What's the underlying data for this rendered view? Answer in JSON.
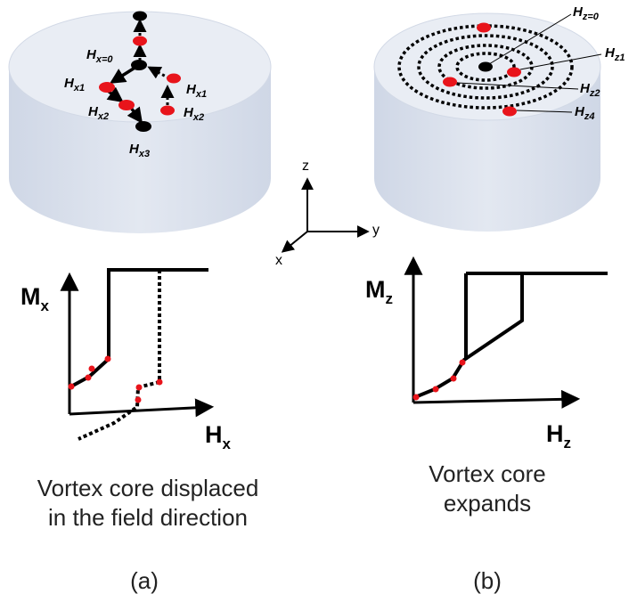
{
  "panel_a": {
    "labels": {
      "hx0": "H",
      "hx0_sub": "x=0",
      "hx1_left": "H",
      "hx1_left_sub": "x1",
      "hx2_left": "H",
      "hx2_left_sub": "x2",
      "hx3": "H",
      "hx3_sub": "x3",
      "hx1_right": "H",
      "hx1_right_sub": "x1",
      "hx2_right": "H",
      "hx2_right_sub": "x2"
    },
    "plot": {
      "ylabel": "M",
      "ylabel_sub": "x",
      "xlabel": "H",
      "xlabel_sub": "x"
    },
    "caption_line1": "Vortex core displaced",
    "caption_line2": "in the field direction",
    "tag": "(a)"
  },
  "panel_b": {
    "labels": {
      "hz0": "H",
      "hz0_sub": "z=0",
      "hz1": "H",
      "hz1_sub": "z1",
      "hz2": "H",
      "hz2_sub": "z2",
      "hz4": "H",
      "hz4_sub": "z4"
    },
    "plot": {
      "ylabel": "M",
      "ylabel_sub": "z",
      "xlabel": "H",
      "xlabel_sub": "z"
    },
    "caption_line1": "Vortex core",
    "caption_line2": "expands",
    "tag": "(b)"
  },
  "axes": {
    "z": "z",
    "y": "y",
    "x": "x"
  },
  "colors": {
    "cylinder": "#dde3ee",
    "cylinder_top": "#e9edf4",
    "core_red": "#e8141b",
    "core_black": "#000000"
  }
}
